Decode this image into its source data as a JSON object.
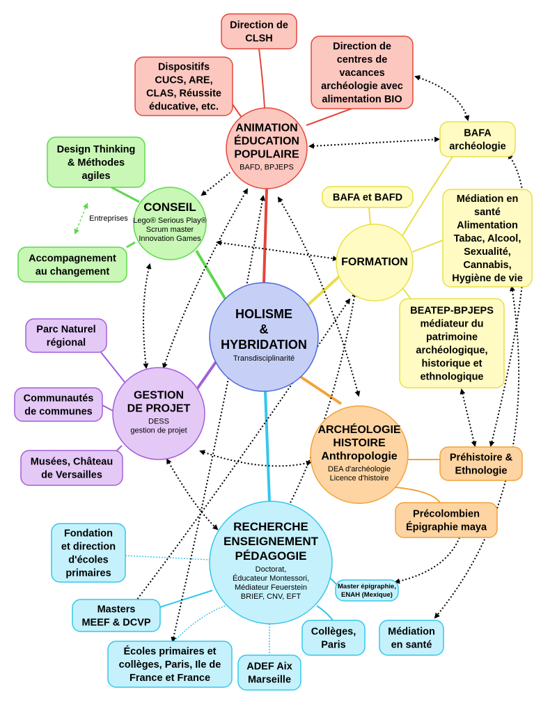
{
  "colors": {
    "red": {
      "fill": "#fbc7bf",
      "stroke": "#e4463a"
    },
    "green": {
      "fill": "#c8f7b6",
      "stroke": "#5cd94a"
    },
    "yellow": {
      "fill": "#fffbc2",
      "stroke": "#e9df48"
    },
    "purple": {
      "fill": "#e4c9f7",
      "stroke": "#a35fd8"
    },
    "orange": {
      "fill": "#fdd4a2",
      "stroke": "#f2a23a"
    },
    "cyan": {
      "fill": "#c5f1fc",
      "stroke": "#34c7ec"
    },
    "blue": {
      "fill": "#c6d0f6",
      "stroke": "#4f6ad8"
    }
  },
  "nodes": [
    {
      "id": "holisme",
      "color": "blue",
      "title": [
        "HOLISME",
        "&",
        "HYBRIDATION"
      ],
      "sub": [
        "Transdisciplinarité"
      ]
    },
    {
      "id": "animation",
      "color": "red",
      "title": [
        "ANIMATION",
        "ÉDUCATION",
        "POPULAIRE"
      ],
      "sub": [
        "BAFD, BPJEPS"
      ]
    },
    {
      "id": "conseil",
      "color": "green",
      "title": [
        "CONSEIL"
      ],
      "sub": [
        "Lego® Serious Play®",
        "Scrum master",
        "Innovation Games"
      ]
    },
    {
      "id": "formation",
      "color": "yellow",
      "title": [
        "FORMATION"
      ],
      "sub": []
    },
    {
      "id": "gestion",
      "color": "purple",
      "title": [
        "GESTION",
        "DE PROJET"
      ],
      "sub": [
        "DESS",
        "gestion de projet"
      ]
    },
    {
      "id": "archeo",
      "color": "orange",
      "title": [
        "ARCHÉOLOGIE",
        "HISTOIRE",
        "Anthropologie"
      ],
      "sub": [
        "DEA d'archéologie",
        "Licence d'histoire"
      ]
    },
    {
      "id": "recherche",
      "color": "cyan",
      "title": [
        "RECHERCHE",
        "ENSEIGNEMENT",
        "PÉDAGOGIE"
      ],
      "sub": [
        "Doctorat,",
        "Éducateur Montessori,",
        "Médiateur Feuerstein",
        "BRIEF, CNV, EFT"
      ]
    },
    {
      "id": "clsh",
      "color": "red",
      "title": [
        "Direction de",
        "CLSH"
      ]
    },
    {
      "id": "centres",
      "color": "red",
      "title": [
        "Direction de",
        "centres de",
        "vacances",
        "archéologie avec",
        "alimentation BIO"
      ]
    },
    {
      "id": "dispositifs",
      "color": "red",
      "title": [
        "Dispositifs",
        "CUCS, ARE,",
        "CLAS, Réussite",
        "éducative, etc."
      ]
    },
    {
      "id": "bafaarch",
      "color": "yellow",
      "title": [
        "BAFA",
        "archéologie"
      ]
    },
    {
      "id": "design",
      "color": "green",
      "title": [
        "Design Thinking",
        "& Méthodes",
        "agiles"
      ]
    },
    {
      "id": "bafabafd",
      "color": "yellow",
      "title": [
        "BAFA et BAFD"
      ]
    },
    {
      "id": "medsante",
      "color": "yellow",
      "title": [
        "Médiation en",
        "santé",
        "Alimentation",
        "Tabac, Alcool,",
        "Sexualité,",
        "Cannabis,",
        "Hygiène de vie"
      ]
    },
    {
      "id": "accomp",
      "color": "green",
      "title": [
        "Accompagnement",
        "au changement"
      ]
    },
    {
      "id": "parc",
      "color": "purple",
      "title": [
        "Parc Naturel",
        "régional"
      ]
    },
    {
      "id": "beatep",
      "color": "yellow",
      "title": [
        "BEATEP-BPJEPS",
        "médiateur du",
        "patrimoine",
        "archéologique,",
        "historique et",
        "ethnologique"
      ]
    },
    {
      "id": "communautes",
      "color": "purple",
      "title": [
        "Communautés",
        "de communes"
      ]
    },
    {
      "id": "prehistoire",
      "color": "orange",
      "title": [
        "Préhistoire &",
        "Ethnologie"
      ]
    },
    {
      "id": "musees",
      "color": "purple",
      "title": [
        "Musées, Château",
        "de Versailles"
      ]
    },
    {
      "id": "precolombien",
      "color": "orange",
      "title": [
        "Précolombien",
        "Épigraphie maya"
      ]
    },
    {
      "id": "fondation",
      "color": "cyan",
      "title": [
        "Fondation",
        "et direction",
        "d'écoles",
        "primaires"
      ]
    },
    {
      "id": "masterep",
      "color": "cyan",
      "title": [
        "Master épigraphie,",
        "ENAH (Mexique)"
      ]
    },
    {
      "id": "meef",
      "color": "cyan",
      "title": [
        "Masters",
        "MEEF & DCVP"
      ]
    },
    {
      "id": "colleges",
      "color": "cyan",
      "title": [
        "Collèges,",
        "Paris"
      ]
    },
    {
      "id": "medsante2",
      "color": "cyan",
      "title": [
        "Médiation",
        "en santé"
      ]
    },
    {
      "id": "ecoles",
      "color": "cyan",
      "title": [
        "Écoles primaires et",
        "collèges, Paris, Ile de",
        "France et France"
      ]
    },
    {
      "id": "adef",
      "color": "cyan",
      "title": [
        "ADEF Aix",
        "Marseille"
      ]
    }
  ],
  "edge_label": "Entreprises"
}
